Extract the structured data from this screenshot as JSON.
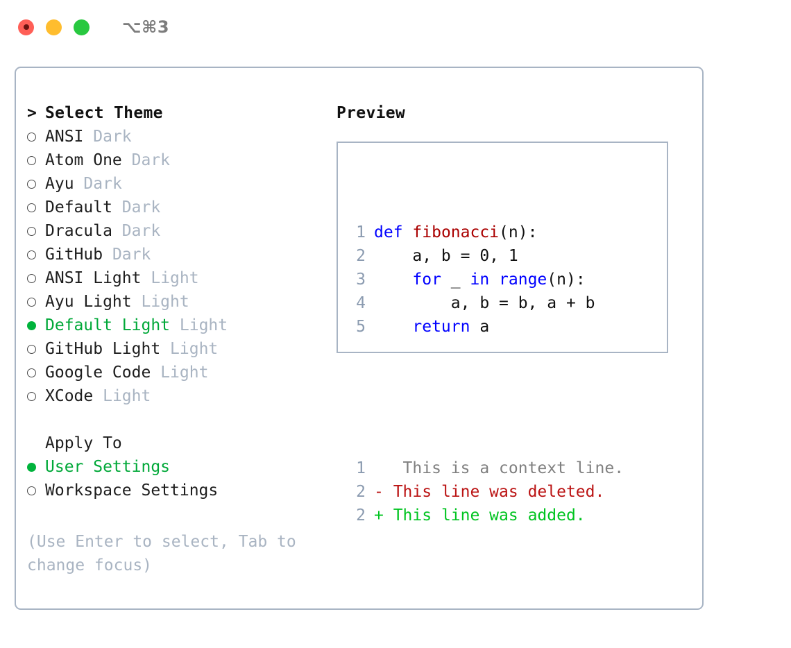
{
  "window": {
    "traffic_lights": [
      {
        "name": "close",
        "color": "#ff5f57",
        "recording": true
      },
      {
        "name": "minimize",
        "color": "#ffbd2e",
        "recording": false
      },
      {
        "name": "zoom",
        "color": "#28c840",
        "recording": false
      }
    ],
    "shortcut": "⌥⌘3"
  },
  "theme_picker": {
    "header": {
      "caret": ">",
      "title": "Select Theme"
    },
    "items": [
      {
        "name": "ANSI",
        "tag": "Dark",
        "selected": false
      },
      {
        "name": "Atom One",
        "tag": "Dark",
        "selected": false
      },
      {
        "name": "Ayu",
        "tag": "Dark",
        "selected": false
      },
      {
        "name": "Default",
        "tag": "Dark",
        "selected": false
      },
      {
        "name": "Dracula",
        "tag": "Dark",
        "selected": false
      },
      {
        "name": "GitHub",
        "tag": "Dark",
        "selected": false
      },
      {
        "name": "ANSI Light",
        "tag": "Light",
        "selected": false
      },
      {
        "name": "Ayu Light",
        "tag": "Light",
        "selected": false
      },
      {
        "name": "Default Light",
        "tag": "Light",
        "selected": true
      },
      {
        "name": "GitHub Light",
        "tag": "Light",
        "selected": false
      },
      {
        "name": "Google Code",
        "tag": "Light",
        "selected": false
      },
      {
        "name": "XCode",
        "tag": "Light",
        "selected": false
      }
    ]
  },
  "apply_to": {
    "title": "Apply To",
    "options": [
      {
        "label": "User Settings",
        "selected": true
      },
      {
        "label": "Workspace Settings",
        "selected": false
      }
    ]
  },
  "hint": "(Use Enter to select, Tab to change focus)",
  "preview": {
    "title": "Preview",
    "code_lines": [
      {
        "num": "1",
        "tokens": [
          {
            "t": "def",
            "c": "kw"
          },
          {
            "t": " ",
            "c": "plain"
          },
          {
            "t": "fibonacci",
            "c": "fn"
          },
          {
            "t": "(n):",
            "c": "plain"
          }
        ]
      },
      {
        "num": "2",
        "tokens": [
          {
            "t": "    a, b = 0, 1",
            "c": "plain"
          }
        ]
      },
      {
        "num": "3",
        "tokens": [
          {
            "t": "    ",
            "c": "plain"
          },
          {
            "t": "for",
            "c": "kw"
          },
          {
            "t": " _ ",
            "c": "plain"
          },
          {
            "t": "in",
            "c": "kw"
          },
          {
            "t": " ",
            "c": "plain"
          },
          {
            "t": "range",
            "c": "kw"
          },
          {
            "t": "(n):",
            "c": "plain"
          }
        ]
      },
      {
        "num": "4",
        "tokens": [
          {
            "t": "        a, b = b, a + b",
            "c": "plain"
          }
        ]
      },
      {
        "num": "5",
        "tokens": [
          {
            "t": "    ",
            "c": "plain"
          },
          {
            "t": "return",
            "c": "kw"
          },
          {
            "t": " a",
            "c": "plain"
          }
        ]
      }
    ],
    "diff_lines": [
      {
        "num": "1",
        "prefix": " ",
        "text": "  This is a context line.",
        "kind": "ctx"
      },
      {
        "num": "2",
        "prefix": "-",
        "text": " This line was deleted.",
        "kind": "del"
      },
      {
        "num": "2",
        "prefix": "+",
        "text": " This line was added.",
        "kind": "add"
      }
    ]
  },
  "colors": {
    "selected_green": "#00a838",
    "bullet_green": "#00b33c",
    "tag_gray": "#a9b4c2",
    "border": "#a8b4c4",
    "keyword_blue": "#0000ff",
    "function_red": "#aa0000",
    "diff_delete": "#bb1414",
    "diff_add": "#00c420",
    "line_number": "#8b9bb0"
  }
}
